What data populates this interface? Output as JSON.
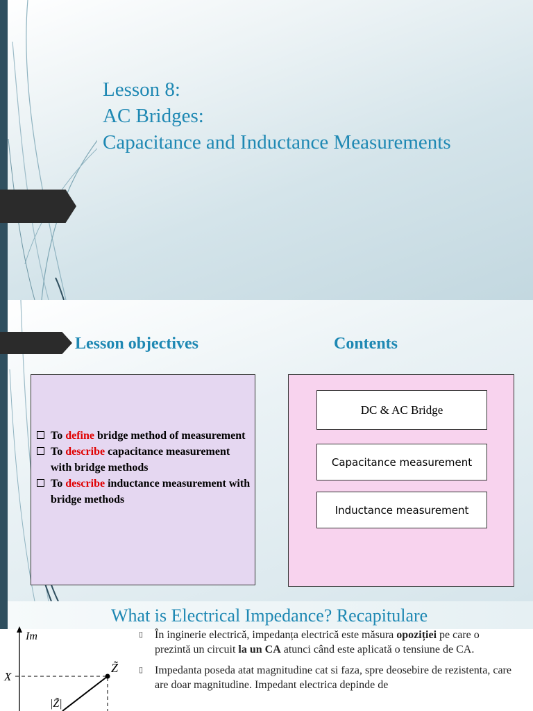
{
  "slide1": {
    "title_lines": [
      "Lesson 8:",
      "AC Bridges:",
      "Capacitance and Inductance Measurements"
    ]
  },
  "slide2": {
    "objectives_heading": "Lesson objectives",
    "contents_heading": "Contents",
    "objectives": [
      {
        "prefix": "To ",
        "verb": "define",
        "rest": " bridge method of measurement"
      },
      {
        "prefix": "To ",
        "verb": "describe",
        "rest": " capacitance measurement with bridge methods"
      },
      {
        "prefix": "To ",
        "verb": "describe",
        "rest": " inductance measurement with bridge methods"
      }
    ],
    "contents": [
      "DC & AC Bridge",
      "Capacitance measurement",
      "Inductance measurement"
    ]
  },
  "slide3": {
    "title": "What is Electrical Impedance? Recapitulare",
    "graph": {
      "im_label": "Im",
      "x_label": "X",
      "z_label": "Z̃",
      "mag_label": "|Z̃|"
    },
    "bullet1": {
      "t1": "În inginerie electrică, impedanța electrică este măsura ",
      "b1": "opoziției",
      "t2": " pe care o prezintă un circuit ",
      "b2": "la un CA",
      "t3": " atunci când este aplicată o tensiune de CA."
    },
    "bullet2": "Impedanta poseda atat magnitudine cat si faza, spre deosebire de rezistenta, care are doar magnitudine. Impedant electrica depinde de"
  },
  "colors": {
    "accent_blue": "#1e88b3",
    "highlight_red": "#e00000",
    "objectives_fill": "#e5d7f1",
    "contents_fill": "#f8d3ee",
    "left_bar": "#2f4f5f"
  }
}
